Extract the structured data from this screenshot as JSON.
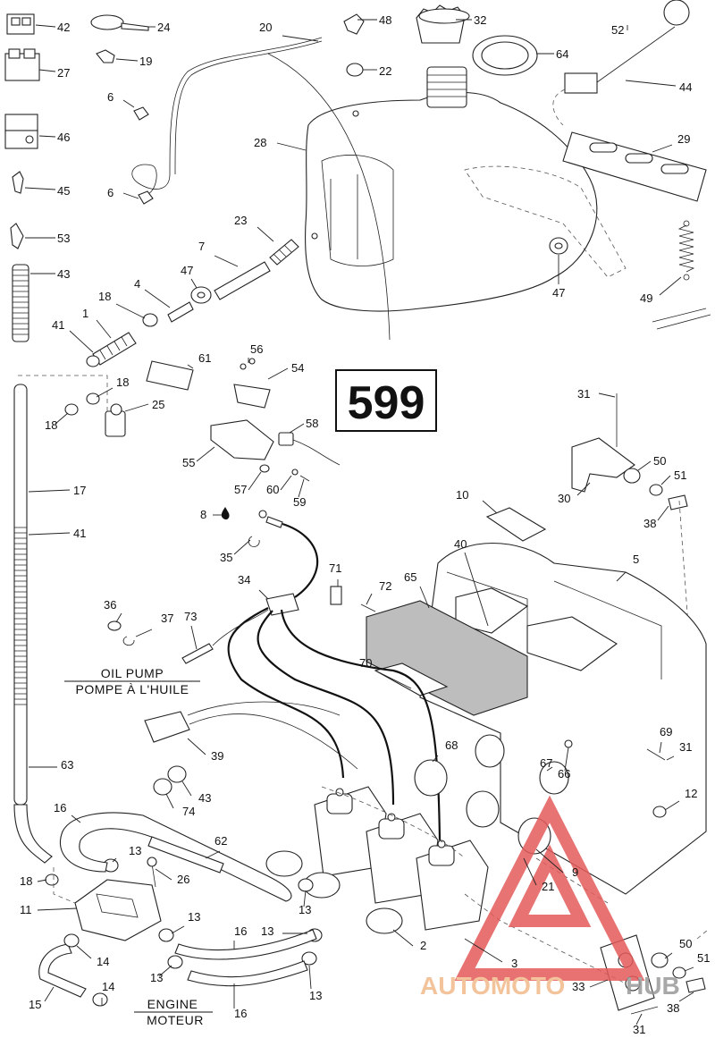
{
  "page_number": "599",
  "labels": {
    "oil_pump_en": "OIL PUMP",
    "oil_pump_fr": "POMPE À L'HUILE",
    "engine_en": "ENGINE",
    "engine_fr": "MOTEUR"
  },
  "watermark": {
    "text_auto": "AUTOMOTO",
    "text_hub": "HUB",
    "color_auto": "#f2b98a",
    "color_hub": "#9a9a9a",
    "triangle_color": "#e45a5a"
  },
  "callouts": [
    {
      "id": "c42",
      "text": "42"
    },
    {
      "id": "c24",
      "text": "24"
    },
    {
      "id": "c20",
      "text": "20"
    },
    {
      "id": "c48",
      "text": "48"
    },
    {
      "id": "c32",
      "text": "32"
    },
    {
      "id": "c52",
      "text": "52"
    },
    {
      "id": "c27",
      "text": "27"
    },
    {
      "id": "c19",
      "text": "19"
    },
    {
      "id": "c22",
      "text": "22"
    },
    {
      "id": "c64",
      "text": "64"
    },
    {
      "id": "c44",
      "text": "44"
    },
    {
      "id": "c6a",
      "text": "6"
    },
    {
      "id": "c46",
      "text": "46"
    },
    {
      "id": "c28",
      "text": "28"
    },
    {
      "id": "c29",
      "text": "29"
    },
    {
      "id": "c45",
      "text": "45"
    },
    {
      "id": "c6b",
      "text": "6"
    },
    {
      "id": "c23",
      "text": "23"
    },
    {
      "id": "c53",
      "text": "53"
    },
    {
      "id": "c7",
      "text": "7"
    },
    {
      "id": "c47a",
      "text": "47"
    },
    {
      "id": "c47b",
      "text": "47"
    },
    {
      "id": "c43a",
      "text": "43"
    },
    {
      "id": "c4",
      "text": "4"
    },
    {
      "id": "c49",
      "text": "49"
    },
    {
      "id": "c18a",
      "text": "18"
    },
    {
      "id": "c1",
      "text": "1"
    },
    {
      "id": "c41a",
      "text": "41"
    },
    {
      "id": "c56",
      "text": "56"
    },
    {
      "id": "c61",
      "text": "61"
    },
    {
      "id": "c54",
      "text": "54"
    },
    {
      "id": "c18b",
      "text": "18"
    },
    {
      "id": "c31a",
      "text": "31"
    },
    {
      "id": "c25",
      "text": "25"
    },
    {
      "id": "c18c",
      "text": "18"
    },
    {
      "id": "c58",
      "text": "58"
    },
    {
      "id": "c55",
      "text": "55"
    },
    {
      "id": "c50a",
      "text": "50"
    },
    {
      "id": "c51a",
      "text": "51"
    },
    {
      "id": "c30",
      "text": "30"
    },
    {
      "id": "c57",
      "text": "57"
    },
    {
      "id": "c60",
      "text": "60"
    },
    {
      "id": "c59",
      "text": "59"
    },
    {
      "id": "c17",
      "text": "17"
    },
    {
      "id": "c10",
      "text": "10"
    },
    {
      "id": "c8",
      "text": "8"
    },
    {
      "id": "c38a",
      "text": "38"
    },
    {
      "id": "c41b",
      "text": "41"
    },
    {
      "id": "c40",
      "text": "40"
    },
    {
      "id": "c35",
      "text": "35"
    },
    {
      "id": "c5",
      "text": "5"
    },
    {
      "id": "c71",
      "text": "71"
    },
    {
      "id": "c65",
      "text": "65"
    },
    {
      "id": "c34",
      "text": "34"
    },
    {
      "id": "c72",
      "text": "72"
    },
    {
      "id": "c36",
      "text": "36"
    },
    {
      "id": "c73",
      "text": "73"
    },
    {
      "id": "c37",
      "text": "37"
    },
    {
      "id": "c70",
      "text": "70"
    },
    {
      "id": "c39",
      "text": "39"
    },
    {
      "id": "c68",
      "text": "68"
    },
    {
      "id": "c69",
      "text": "69"
    },
    {
      "id": "c31b",
      "text": "31"
    },
    {
      "id": "c67",
      "text": "67"
    },
    {
      "id": "c66",
      "text": "66"
    },
    {
      "id": "c63",
      "text": "63"
    },
    {
      "id": "c43b",
      "text": "43"
    },
    {
      "id": "c74",
      "text": "74"
    },
    {
      "id": "c12",
      "text": "12"
    },
    {
      "id": "c16a",
      "text": "16"
    },
    {
      "id": "c62",
      "text": "62"
    },
    {
      "id": "c13a",
      "text": "13"
    },
    {
      "id": "c9",
      "text": "9"
    },
    {
      "id": "c18d",
      "text": "18"
    },
    {
      "id": "c26",
      "text": "26"
    },
    {
      "id": "c21",
      "text": "21"
    },
    {
      "id": "c11",
      "text": "11"
    },
    {
      "id": "c13b",
      "text": "13"
    },
    {
      "id": "c13c",
      "text": "13"
    },
    {
      "id": "c13d",
      "text": "13"
    },
    {
      "id": "c16b",
      "text": "16"
    },
    {
      "id": "c2",
      "text": "2"
    },
    {
      "id": "c14a",
      "text": "14"
    },
    {
      "id": "c13e",
      "text": "13"
    },
    {
      "id": "c50b",
      "text": "50"
    },
    {
      "id": "c51b",
      "text": "51"
    },
    {
      "id": "c3",
      "text": "3"
    },
    {
      "id": "c33",
      "text": "33"
    },
    {
      "id": "c13f",
      "text": "13"
    },
    {
      "id": "c15",
      "text": "15"
    },
    {
      "id": "c14b",
      "text": "14"
    },
    {
      "id": "c16c",
      "text": "16"
    },
    {
      "id": "c38b",
      "text": "38"
    },
    {
      "id": "c31c",
      "text": "31"
    }
  ]
}
